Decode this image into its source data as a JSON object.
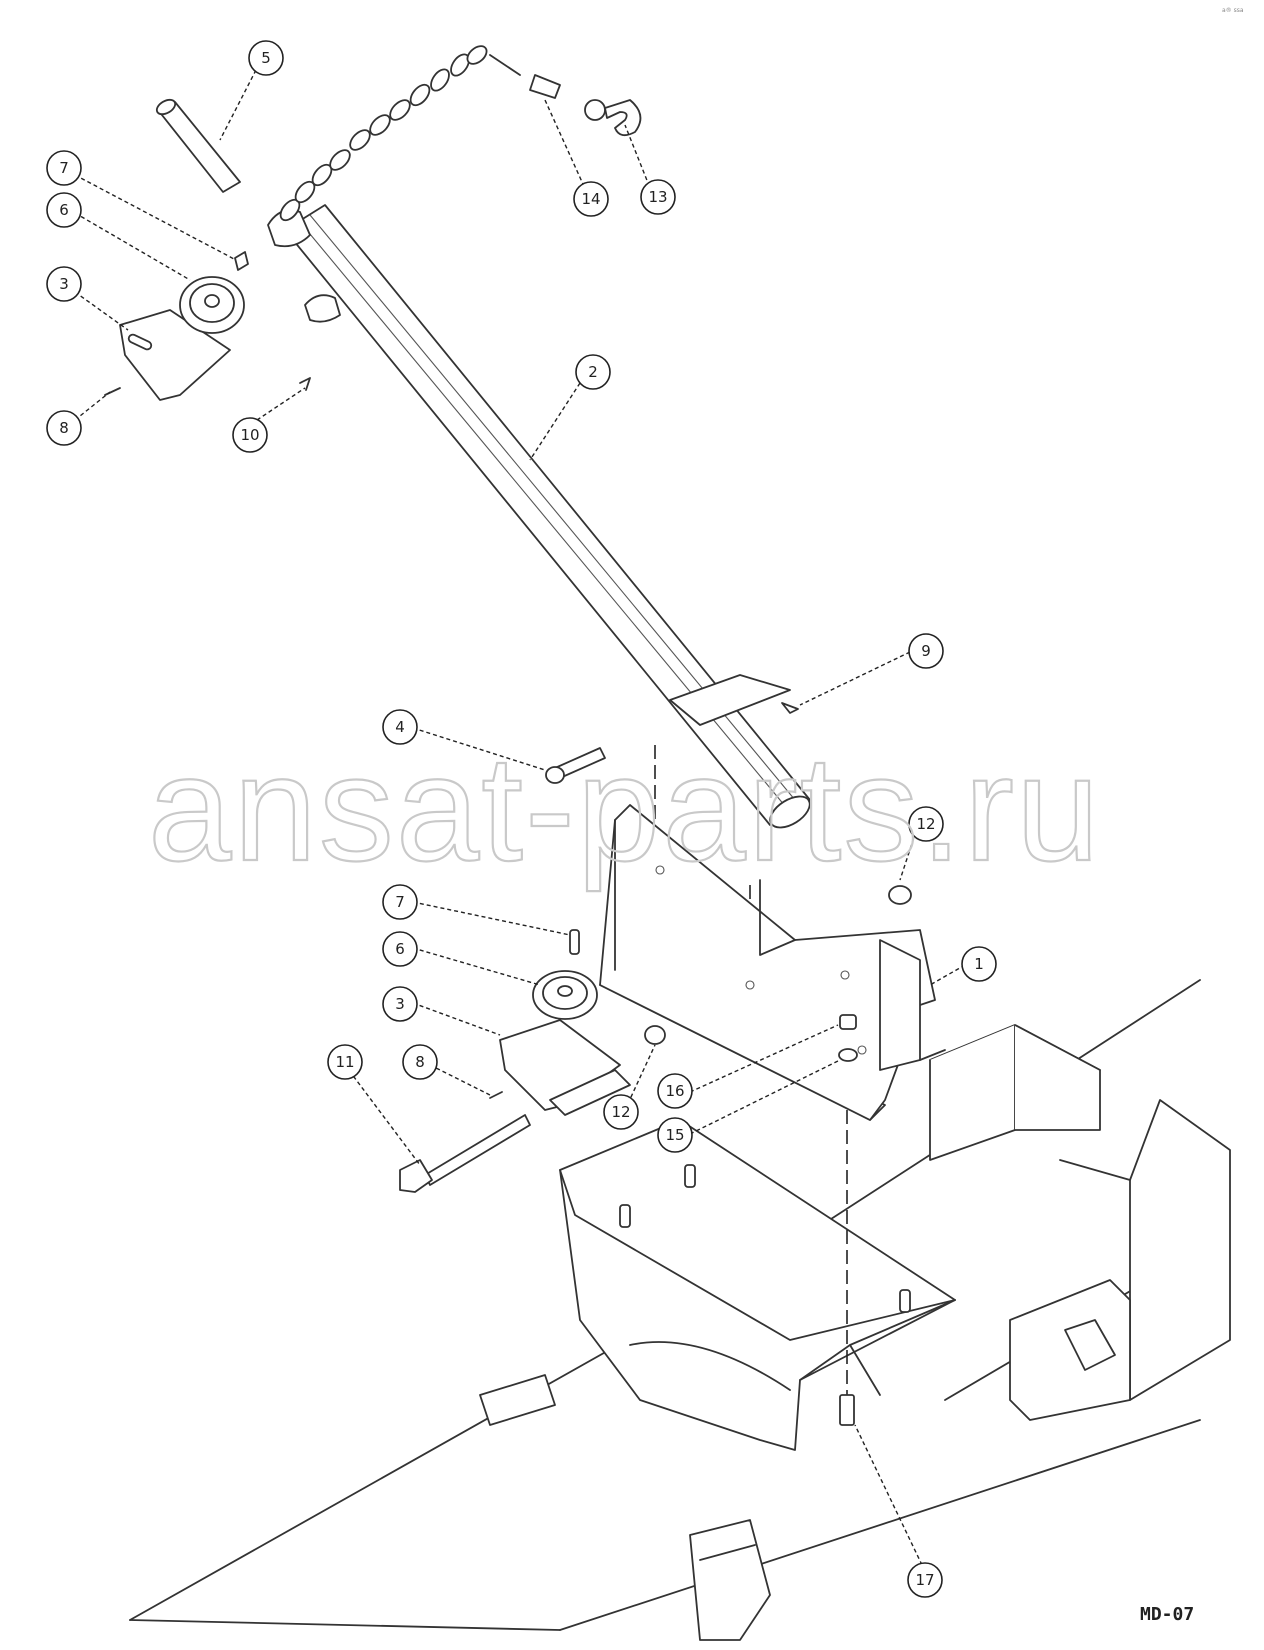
{
  "watermark": "ansat-parts.ru",
  "drawing_code": "MD-07",
  "corner_note": "a® ssa",
  "balloons": [
    {
      "id": "b5",
      "label": "5"
    },
    {
      "id": "b7a",
      "label": "7"
    },
    {
      "id": "b6a",
      "label": "6"
    },
    {
      "id": "b3a",
      "label": "3"
    },
    {
      "id": "b8a",
      "label": "8"
    },
    {
      "id": "b10",
      "label": "10"
    },
    {
      "id": "b2",
      "label": "2"
    },
    {
      "id": "b14",
      "label": "14"
    },
    {
      "id": "b13",
      "label": "13"
    },
    {
      "id": "b9",
      "label": "9"
    },
    {
      "id": "b4",
      "label": "4"
    },
    {
      "id": "b12a",
      "label": "12"
    },
    {
      "id": "b7b",
      "label": "7"
    },
    {
      "id": "b6b",
      "label": "6"
    },
    {
      "id": "b3b",
      "label": "3"
    },
    {
      "id": "b11",
      "label": "11"
    },
    {
      "id": "b8b",
      "label": "8"
    },
    {
      "id": "b1",
      "label": "1"
    },
    {
      "id": "b12b",
      "label": "12"
    },
    {
      "id": "b16",
      "label": "16"
    },
    {
      "id": "b15",
      "label": "15"
    },
    {
      "id": "b17",
      "label": "17"
    }
  ]
}
